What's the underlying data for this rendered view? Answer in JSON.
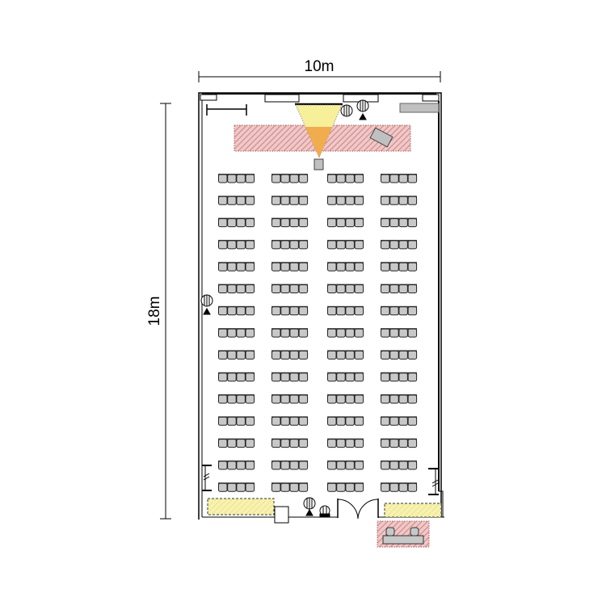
{
  "dimensions": {
    "width_label": "10m",
    "length_label": "18m"
  },
  "seating": {
    "rows": 15,
    "blocks_per_row": 4,
    "seats_per_block": 4
  },
  "colors": {
    "seat": "#c8c8c8",
    "stage_zone": "#e8b4b4",
    "light_cone": "#f7ef9a",
    "light_core": "#f0a040",
    "reception": "#f5f0a8",
    "wall": "#000000"
  }
}
